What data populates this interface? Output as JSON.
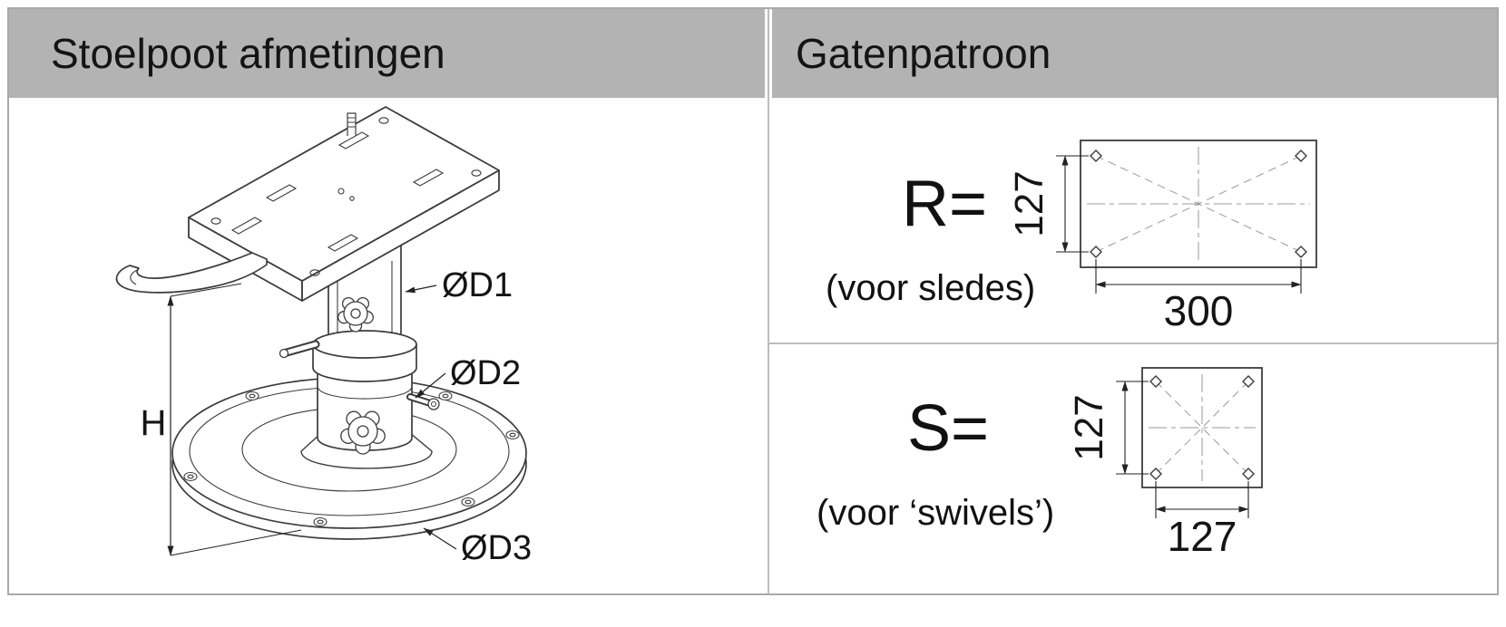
{
  "left_panel": {
    "title": "Stoelpoot afmetingen",
    "drawing_labels": {
      "height": "H",
      "d1": "ØD1",
      "d2": "ØD2",
      "d3": "ØD3"
    }
  },
  "right_panel": {
    "title": "Gatenpatroon",
    "r_section": {
      "symbol": "R=",
      "caption": "(voor sledes)",
      "hole_height_mm": "127",
      "hole_width_mm": "300"
    },
    "s_section": {
      "symbol": "S=",
      "caption": "(voor ‘swivels’)",
      "hole_height_mm": "127",
      "hole_width_mm": "127"
    }
  },
  "colors": {
    "header_bg": "#b3b3b3",
    "line": "#3c3c3c",
    "dim_line": "#222222",
    "text": "#141414"
  }
}
